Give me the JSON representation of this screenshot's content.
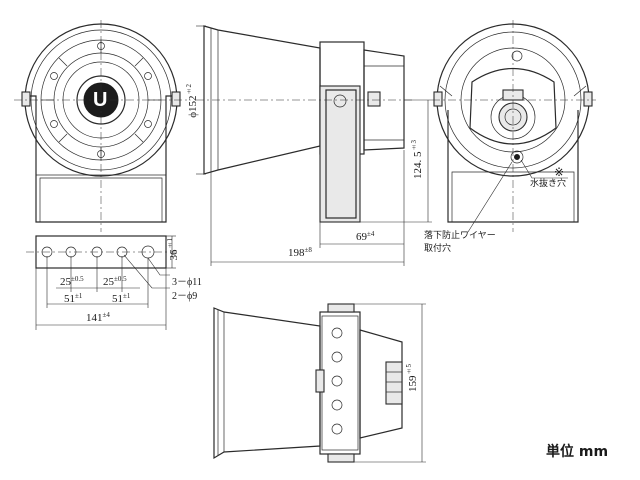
{
  "dimensions": {
    "diameter": {
      "main": "ϕ152",
      "tol": "±2"
    },
    "height_to_bracket": {
      "main": "124. 5",
      "tol": "±3"
    },
    "depth_bracket": {
      "main": "69",
      "tol": "±4"
    },
    "total_depth": {
      "main": "198",
      "tol": "±8"
    },
    "bracket_height": {
      "main": "36",
      "tol": "±1"
    },
    "pitch_left": {
      "main": "25",
      "tol": "±0.5"
    },
    "pitch_right": {
      "main": "25",
      "tol": "±0.5"
    },
    "span_left": {
      "main": "51",
      "tol": "±1"
    },
    "span_right": {
      "main": "51",
      "tol": "±1"
    },
    "bracket_width": {
      "main": "141",
      "tol": "±4"
    },
    "hole_large": "3－ϕ11",
    "hole_small": "2－ϕ9",
    "height_top_view": {
      "main": "159",
      "tol": "±5"
    }
  },
  "notes": {
    "drain_mark": "※",
    "drain_hole": "水抜き穴",
    "wire_hole_line1": "落下防止ワイヤー",
    "wire_hole_line2": "取付穴"
  },
  "unit_label": "単位 mm",
  "logo_letter": "U"
}
